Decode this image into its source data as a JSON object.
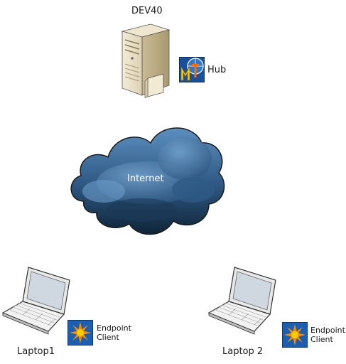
{
  "diagram": {
    "server": {
      "label": "DEV40",
      "role_label": "Hub",
      "icon": "server-tower-icon",
      "badge_icon": "mt-logo-icon"
    },
    "cloud": {
      "label": "Internet",
      "icon": "cloud-icon"
    },
    "laptops": [
      {
        "label": "Laptop1",
        "client_label_line1": "Endpoint",
        "client_label_line2": "Client",
        "icon": "laptop-icon",
        "badge_icon": "sunburst-icon"
      },
      {
        "label": "Laptop 2",
        "client_label_line1": "Endpoint",
        "client_label_line2": "Client",
        "icon": "laptop-icon",
        "badge_icon": "sunburst-icon"
      }
    ],
    "colors": {
      "cloud_light": "#5b8fbf",
      "cloud_dark": "#0f2438",
      "badge_blue": "#1a5fb4",
      "sun_yellow": "#ffcc00",
      "sun_orange": "#f28c00"
    }
  }
}
